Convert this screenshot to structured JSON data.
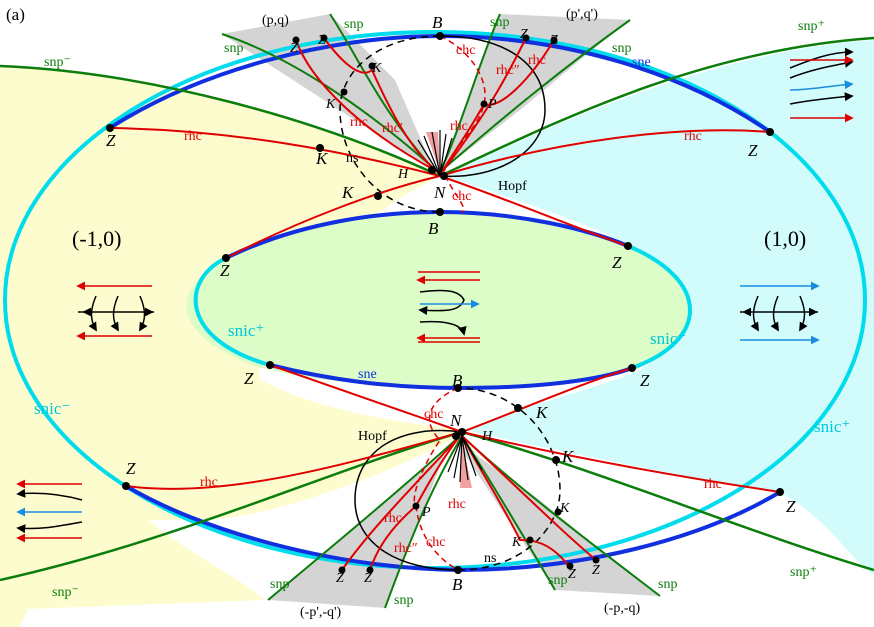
{
  "panel_label": "(a)",
  "region_labels": {
    "minus_one_zero": "(-1,0)",
    "one_zero": "(1,0)",
    "p_q": "(p,q)",
    "p_prime_q_prime": "(p',q')",
    "neg_p_prime_q_prime": "(-p',-q')",
    "neg_p_q": "(-p,-q)"
  },
  "curve_labels": {
    "snp_minus": "snp⁻",
    "snp_plus": "snp⁺",
    "snp": "snp",
    "sne": "sne",
    "snic_minus": "snic⁻",
    "snic_plus": "snic⁺",
    "hopf": "Hopf",
    "chc": "chc",
    "ns": "ns",
    "rhc": "rhc",
    "rhc_prime": "rhc′",
    "rhc_double_prime": "rhc″",
    "rhc_a_plus": "rhc",
    "rhc_a_minus": "rhc",
    "rhc_b_plus": "rhc",
    "rhc_b_minus": "rhc"
  },
  "point_labels": {
    "B": "B",
    "N": "N",
    "H": "H",
    "K": "K",
    "P": "P",
    "Z": "Z"
  },
  "colors": {
    "yellow_region": "#fdfccf",
    "cyan_region": "#d2fcfc",
    "green_region": "#dcfcc8",
    "gray_wedge": "#d4d4d4",
    "red_curve": "#e00000",
    "blue_curve": "#1030e0",
    "cyan_curve": "#00dcec",
    "green_curve": "#0b7d0b",
    "black_curve": "#000000"
  }
}
